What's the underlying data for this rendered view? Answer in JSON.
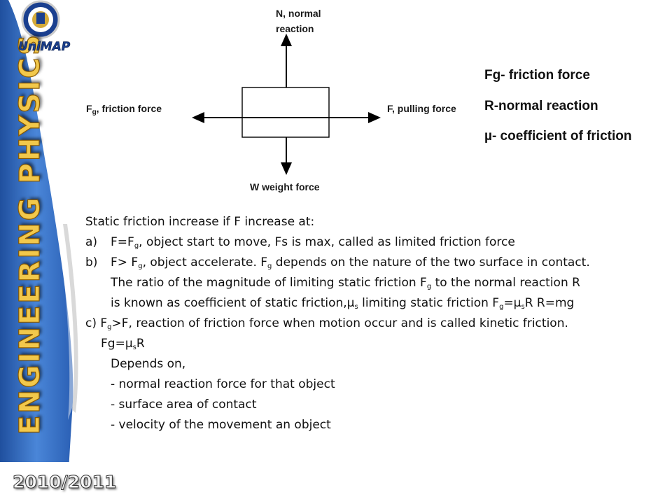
{
  "sidebar": {
    "title": "ENGINEERING PHYSICS",
    "year": "2010/2011",
    "logo_text": "UniMAP",
    "colors": {
      "strip": "#3d74c9",
      "strip_dark": "#1f4f9e",
      "title_fill": "#f2c84b"
    }
  },
  "diagram": {
    "normal_label": "N, normal reaction",
    "friction_label_prefix": "F",
    "friction_label_sub": "g",
    "friction_label_suffix": ", friction force",
    "pulling_label": "F, pulling force",
    "weight_label": "W weight force"
  },
  "legend": {
    "line1": "Fg- friction force",
    "line2": "R-normal reaction",
    "line3": "µ- coefficient of friction"
  },
  "content": {
    "intro": "Static friction increase if F increase at:",
    "a_marker": "a)",
    "a_p1": "F=F",
    "a_sub": "g",
    "a_p2": ", object start to move, Fs is max, called as limited friction force",
    "b_marker": "b)",
    "b_p1": "F> F",
    "b_sub1": "g",
    "b_p2": ", object accelerate. F",
    "b_sub2": "g",
    "b_p3": " depends on the nature of the two surface in contact.",
    "b2_p1": "The ratio of the magnitude of limiting static friction F",
    "b2_sub": "g",
    "b2_p2": " to the normal reaction R",
    "b3_p1": "is known as coefficient of static friction,µ",
    "b3_sub1": "s",
    "b3_p2": " limiting static friction F",
    "b3_sub2": "g",
    "b3_p3": "=µ",
    "b3_sub3": "s",
    "b3_p4": "R    R=mg",
    "c_p1": "c) F",
    "c_sub": "g",
    "c_p2": ">F, reaction of friction force when motion occur and is called kinetic friction.",
    "eq_p1": "Fg=µ",
    "eq_sub": "s",
    "eq_p2": "R",
    "depends": "Depends on,",
    "dep1": "- normal reaction force for that object",
    "dep2": "- surface area of contact",
    "dep3": "- velocity of the movement an object"
  }
}
